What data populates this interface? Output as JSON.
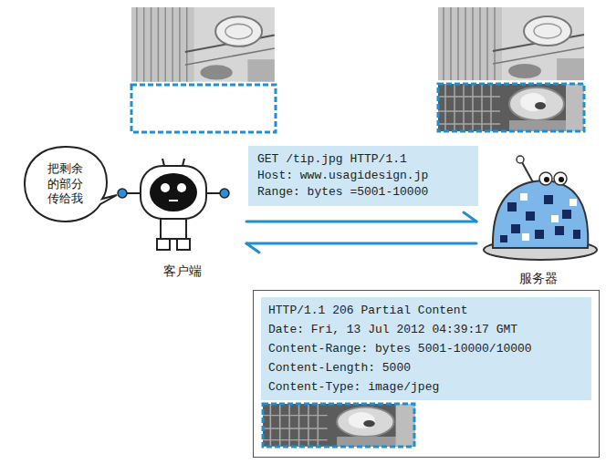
{
  "diagram": {
    "nodes": [
      {
        "text": [
          "把剩余的部分传给我"
        ]
      },
      {
        "text": [
          "客户端"
        ]
      },
      {
        "text": [
          "GET /tip.jpg HTTP/1.1",
          "Host: www.usagidesign.jp",
          "Range: bytes =5001-10000"
        ]
      },
      {
        "text": [
          "服务器"
        ]
      },
      {
        "text": [
          "HTTP/1.1 206 Partial Content",
          "Date: Fri, 13 Jul 2012 04:39:17 GMT",
          "Content-Range: bytes 5001-10000/10000",
          "Content-Length: 5000",
          "Content-Type: image/jpeg"
        ]
      }
    ],
    "edges": [
      {
        "from": 1,
        "to": 3,
        "arrow": "to"
      },
      {
        "from": 3,
        "to": 1,
        "arrow": "to"
      }
    ]
  }
}
